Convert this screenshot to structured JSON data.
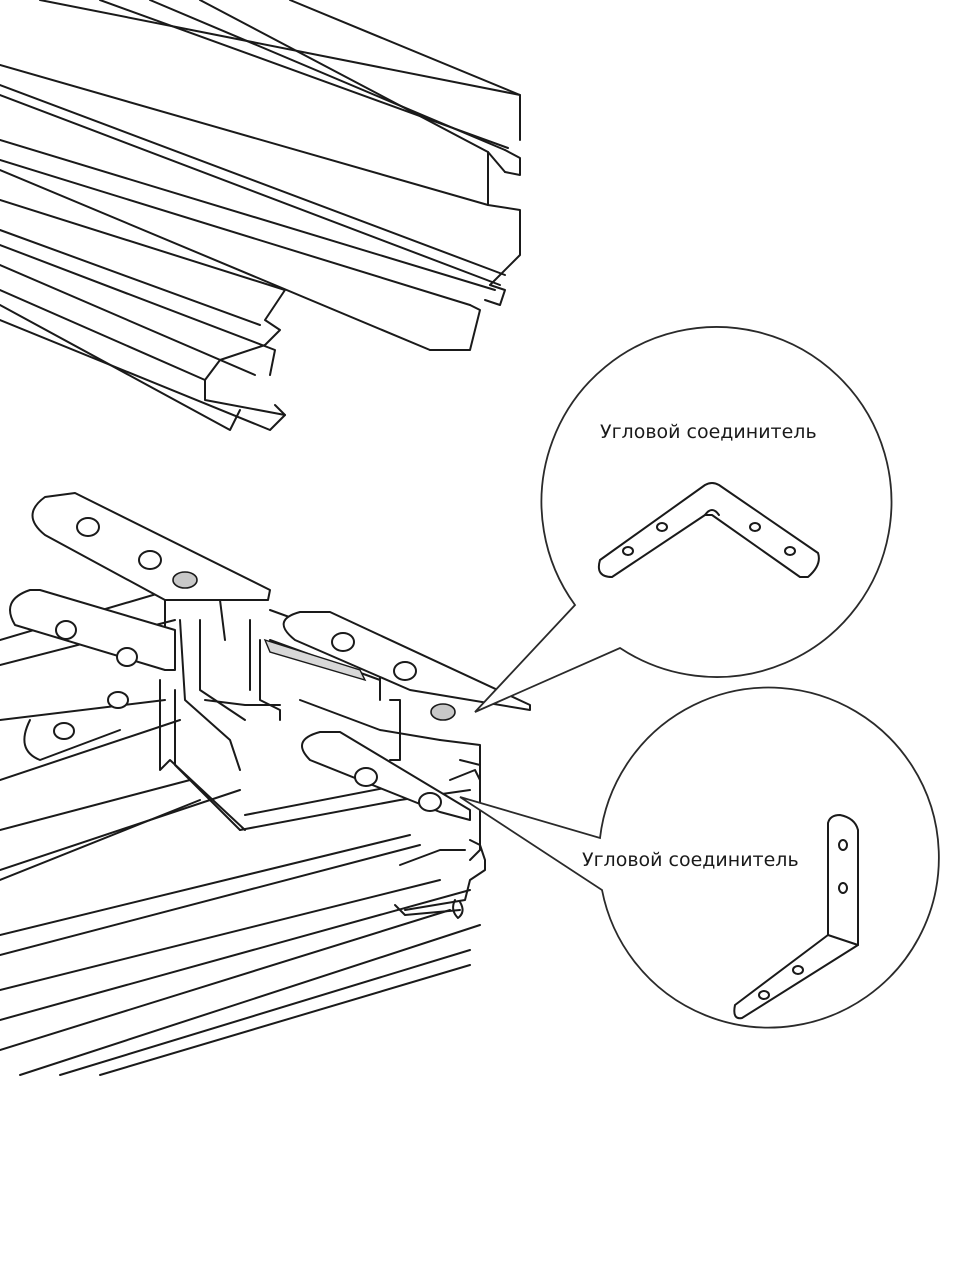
{
  "diagram": {
    "callouts": [
      {
        "label": "Угловой соединитель",
        "part": "flat-corner-connector"
      },
      {
        "label": "Угловой соединитель",
        "part": "l-shaped-corner-connector"
      }
    ]
  },
  "colors": {
    "line": "#1a1a1a",
    "background": "#ffffff",
    "highlight": "#c8c8c8"
  }
}
